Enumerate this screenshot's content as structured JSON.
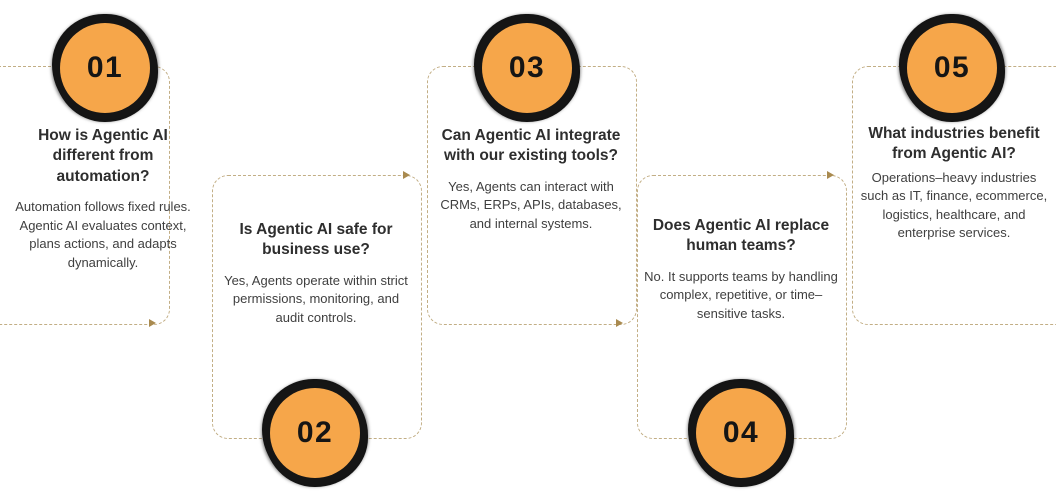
{
  "diagram": {
    "type": "faq-flow-infographic",
    "accent_color": "#f6a64a",
    "ring_color": "#151515",
    "dash_color": "#c2ae85",
    "items": [
      {
        "number": "01",
        "question": "How is Agentic AI different from automation?",
        "answer": "Automation follows fixed rules. Agentic AI evaluates context, plans actions, and adapts dynamically."
      },
      {
        "number": "02",
        "question": "Is Agentic AI safe for business use?",
        "answer": "Yes, Agents operate within strict permissions, monitoring, and audit controls."
      },
      {
        "number": "03",
        "question": "Can Agentic AI integrate with our existing tools?",
        "answer": "Yes, Agents can interact with CRMs, ERPs, APIs, databases, and internal systems."
      },
      {
        "number": "04",
        "question": "Does Agentic AI replace human teams?",
        "answer": "No. It supports teams by handling complex, repetitive, or time–sensitive tasks."
      },
      {
        "number": "05",
        "question": "What industries benefit from Agentic AI?",
        "answer": "Operations–heavy industries such as IT, finance, ecommerce, logistics, healthcare, and enterprise services."
      }
    ]
  }
}
